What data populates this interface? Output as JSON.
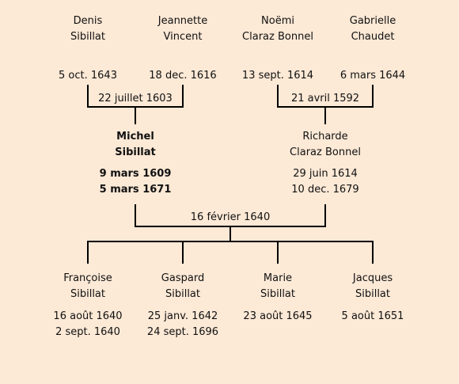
{
  "grandparents": [
    {
      "name1": "Denis",
      "name2": "Sibillat",
      "birth": "5 oct. 1643"
    },
    {
      "name1": "Jeannette",
      "name2": "Vincent",
      "birth": "18 dec. 1616"
    },
    {
      "name1": "Noëmi",
      "name2": "Claraz Bonnel",
      "birth": "13 sept. 1614"
    },
    {
      "name1": "Gabrielle",
      "name2": "Chaudet",
      "birth": "6 mars 1644"
    }
  ],
  "grandparent_marriages": [
    "22 juillet 1603",
    "21 avril 1592"
  ],
  "parents": [
    {
      "name1": "Michel",
      "name2": "Sibillat",
      "birth": "9 mars 1609",
      "death": "5 mars 1671"
    },
    {
      "name1": "Richarde",
      "name2": "Claraz Bonnel",
      "birth": "29 juin 1614",
      "death": "10 dec. 1679"
    }
  ],
  "parent_marriage": "16 février 1640",
  "children": [
    {
      "name1": "Françoise",
      "name2": "Sibillat",
      "birth": "16 août 1640",
      "death": "2 sept. 1640"
    },
    {
      "name1": "Gaspard",
      "name2": "Sibillat",
      "birth": "25 janv. 1642",
      "death": "24 sept. 1696"
    },
    {
      "name1": "Marie",
      "name2": "Sibillat",
      "birth": "23 août 1645",
      "death": ""
    },
    {
      "name1": "Jacques",
      "name2": "Sibillat",
      "birth": "5 août 1651",
      "death": ""
    }
  ]
}
